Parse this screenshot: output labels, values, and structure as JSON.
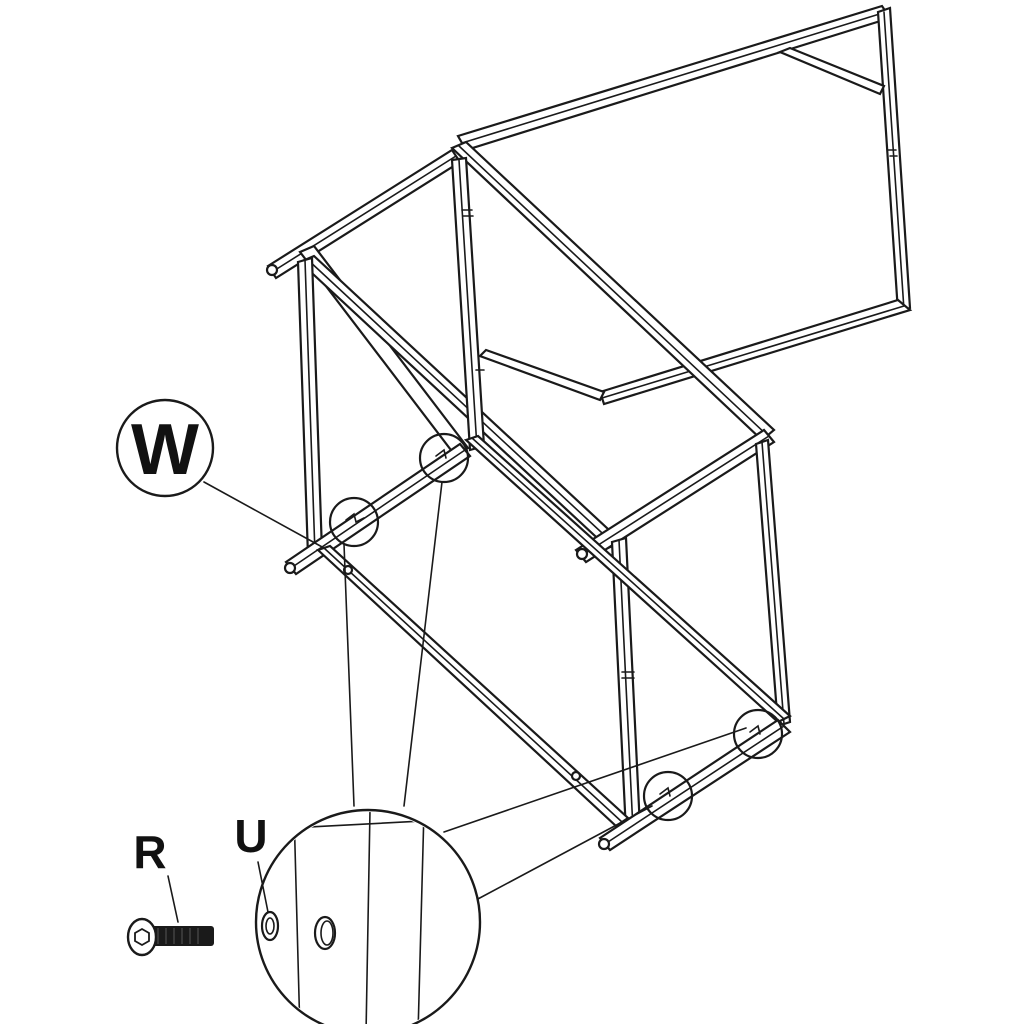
{
  "callouts": {
    "w_label": "W",
    "r_label": "R",
    "u_label": "U"
  },
  "colors": {
    "ink": "#1a1a1a",
    "paper": "#ffffff",
    "bolt_fill": "#1a1a1a"
  },
  "parts": {
    "bolt_icon": "hex-socket-bolt-icon",
    "frame_icon": "tube-frame-icon"
  }
}
